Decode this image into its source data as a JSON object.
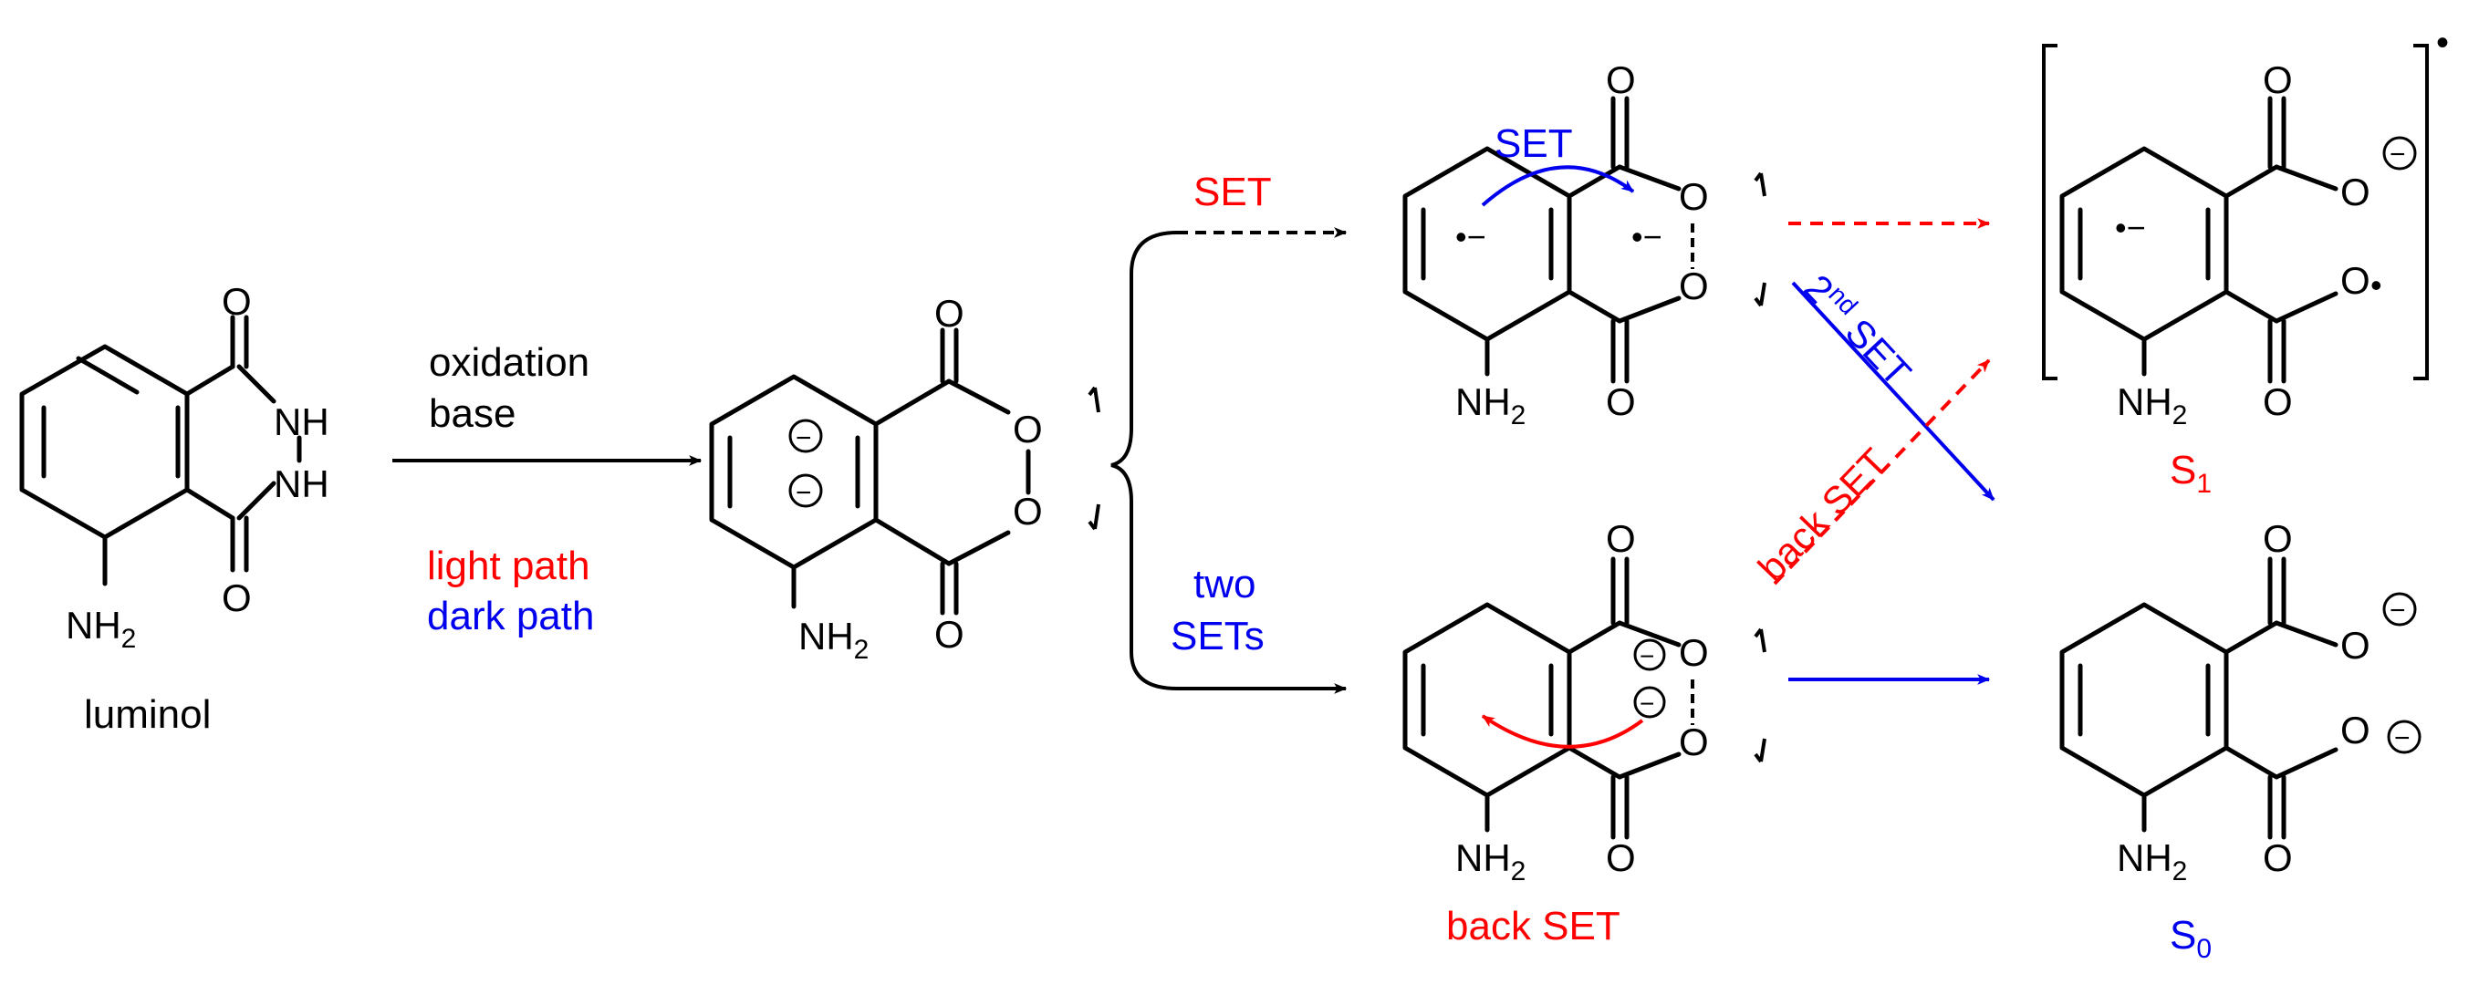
{
  "colors": {
    "ink": "#000000",
    "light": "#ff0000",
    "dark": "#0000ee"
  },
  "labels": {
    "luminol": "luminol",
    "oxidation": "oxidation",
    "base": "base",
    "light_path": "light path",
    "dark_path": "dark path",
    "set_top": "SET",
    "two": "two",
    "sets": "SETs",
    "set_arc": "SET",
    "second_pre": "2",
    "second_sup": "nd",
    "second_post": " SET",
    "back_set_diag": "back SET",
    "back_set_bottom": "back SET",
    "s1_base": "S",
    "s1_sub": "1",
    "s0_base": "S",
    "s0_sub": "0"
  },
  "atoms": {
    "O": "O",
    "NH": "NH",
    "NH2_base": "NH",
    "NH2_sub": "2",
    "minus": "−",
    "radical_minus": "•−",
    "radical_dot": "•"
  }
}
